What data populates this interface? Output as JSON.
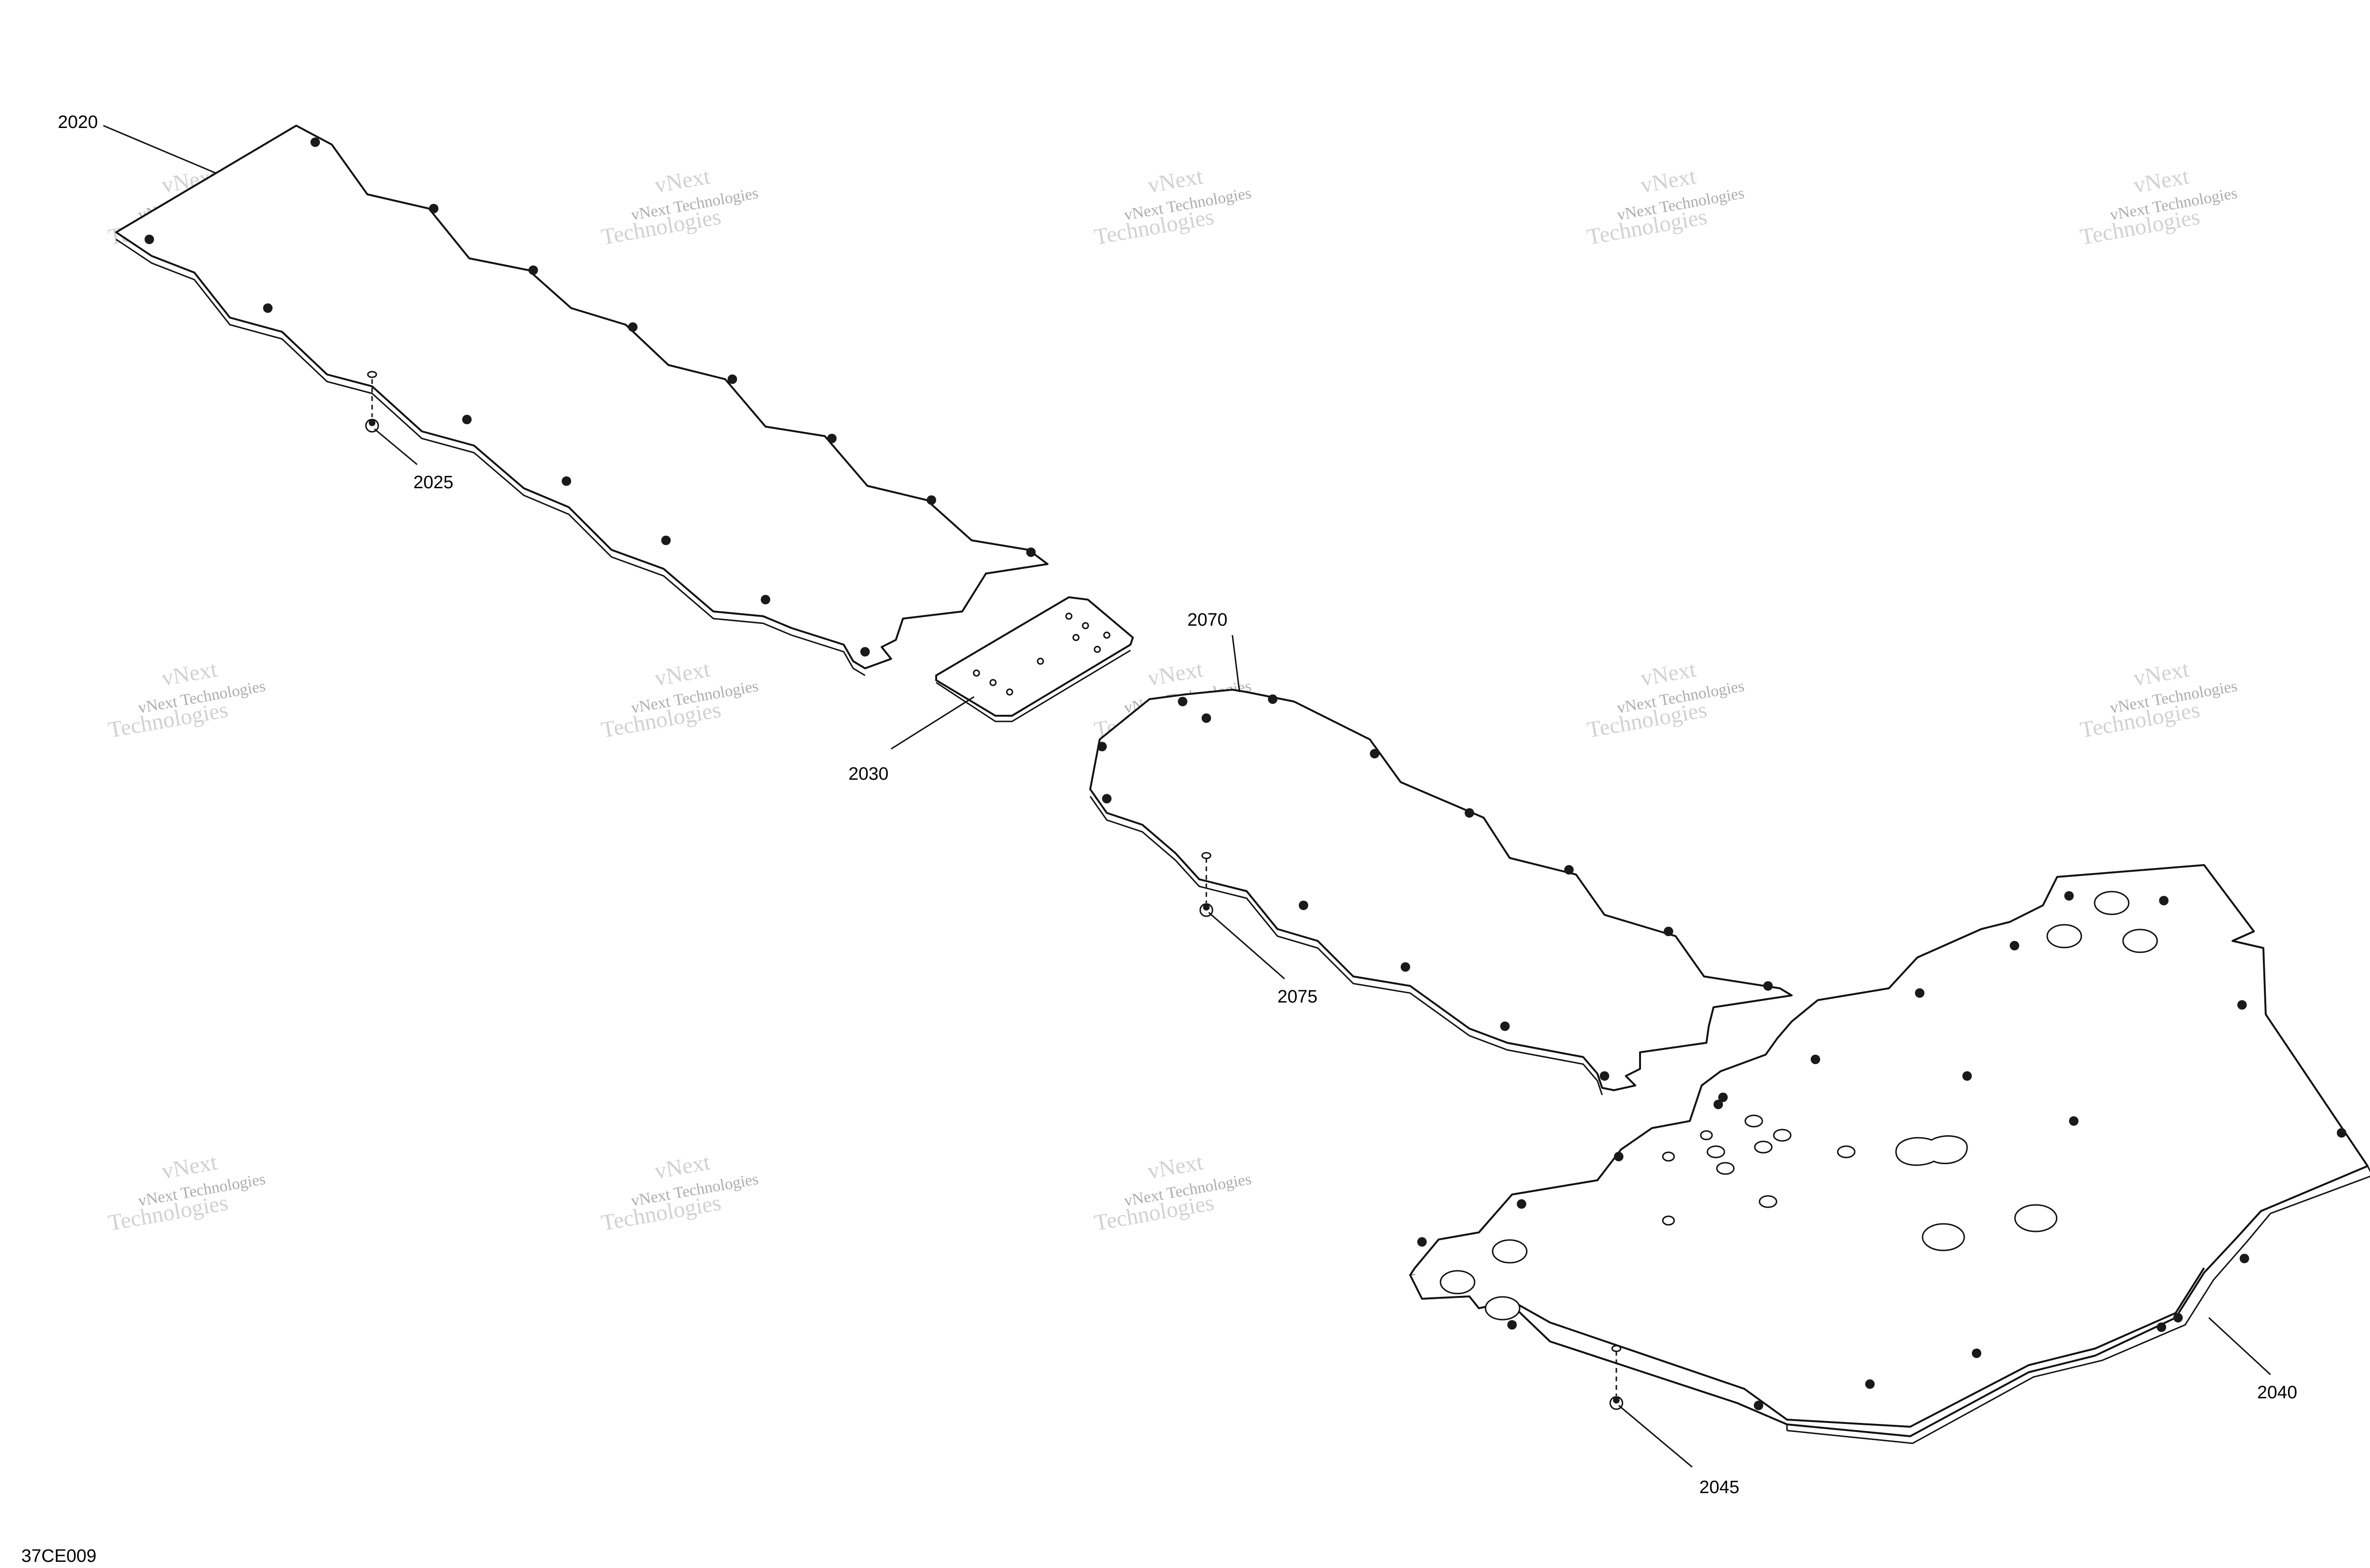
{
  "figure_id": "37CE009",
  "watermark": {
    "line1": "vNext Technologies",
    "line2": "Technologies",
    "overlay": "vNext"
  },
  "callouts": {
    "c2020": "2020",
    "c2025": "2025",
    "c2030": "2030",
    "c2070": "2070",
    "c2075": "2075",
    "c2040": "2040",
    "c2045": "2045"
  },
  "colors": {
    "line": "#111111",
    "background": "#ffffff",
    "watermark": "#9a9a9a"
  }
}
